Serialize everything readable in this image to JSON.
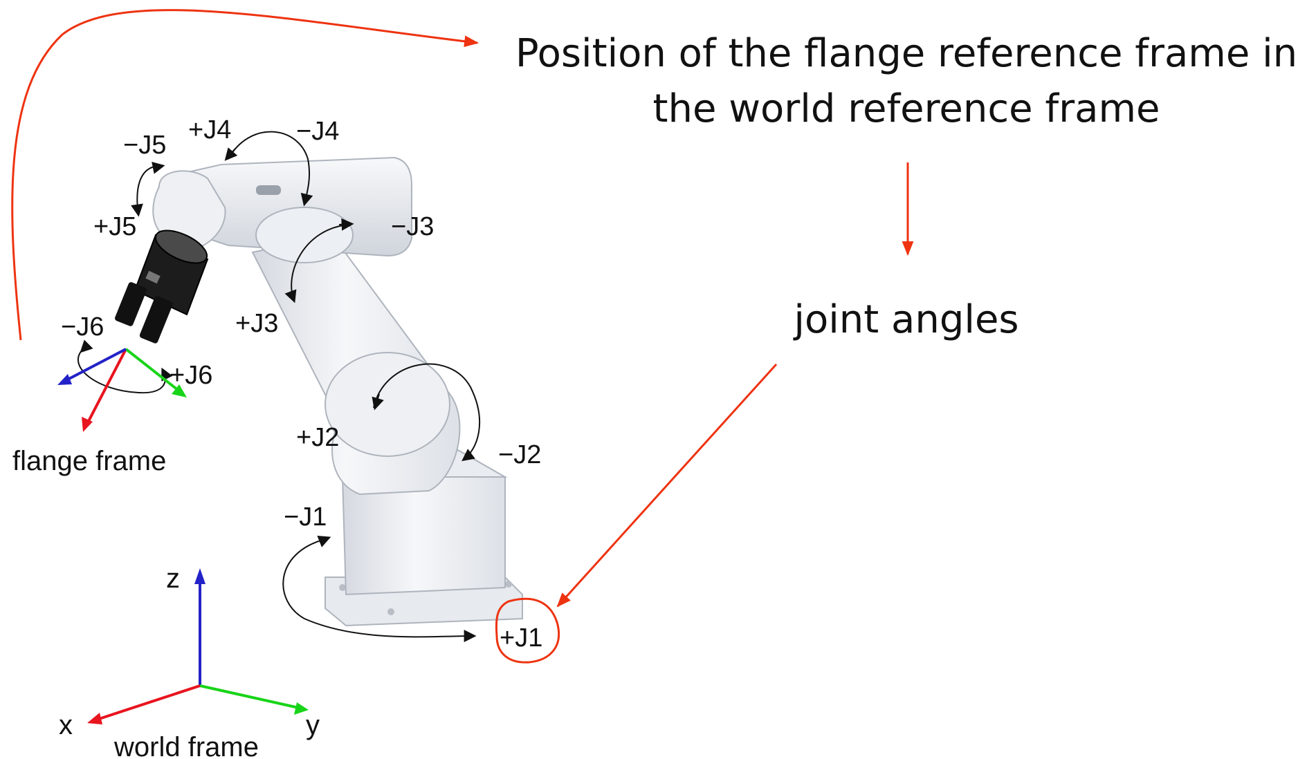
{
  "heading": {
    "line1": "Position of the flange reference frame in",
    "line2": "the world reference frame"
  },
  "middle_label": "joint angles",
  "flange_frame_label": "flange frame",
  "world_frame": {
    "label": "world frame",
    "x": "x",
    "y": "y",
    "z": "z"
  },
  "joints": {
    "p_j1": "+J1",
    "m_j1": "−J1",
    "p_j2": "+J2",
    "m_j2": "−J2",
    "p_j3": "+J3",
    "m_j3": "−J3",
    "p_j4": "+J4",
    "m_j4": "−J4",
    "p_j5": "+J5",
    "m_j5": "−J5",
    "p_j6": "+J6",
    "m_j6": "−J6"
  },
  "colors": {
    "annotation": "#ee3311",
    "x_axis": "#e8141e",
    "y_axis": "#18d418",
    "z_axis": "#2222c8",
    "robot_body": "#eef0f3",
    "robot_shade": "#c7ccd4",
    "gripper": "#1a1a1a"
  }
}
